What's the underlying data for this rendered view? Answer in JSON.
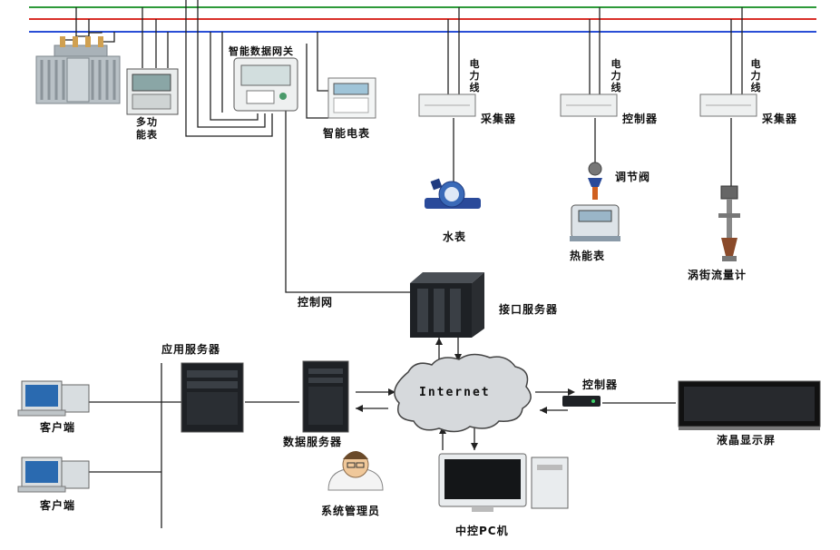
{
  "diagram": {
    "smart_gateway": "智能数据网关",
    "multi_meter": "多功\n能表",
    "smart_meter": "智能电表",
    "power_line": "电力线",
    "collector": "采集器",
    "controller": "控制器",
    "water_meter": "水表",
    "regulating_valve": "调节阀",
    "heat_meter": "热能表",
    "vortex_flowmeter": "涡街流量计",
    "control_network": "控制网",
    "interface_server": "接口服务器",
    "app_server": "应用服务器",
    "client": "客户端",
    "data_server": "数据服务器",
    "internet": "Internet",
    "lcd_controller": "控制器",
    "lcd_screen": "液晶显示屏",
    "sys_admin": "系统管理员",
    "central_pc": "中控PC机"
  },
  "colors": {
    "bus_green": "#2e9a3a",
    "bus_red": "#d9302a",
    "bus_blue": "#2a4fd6",
    "wire": "#222222"
  }
}
